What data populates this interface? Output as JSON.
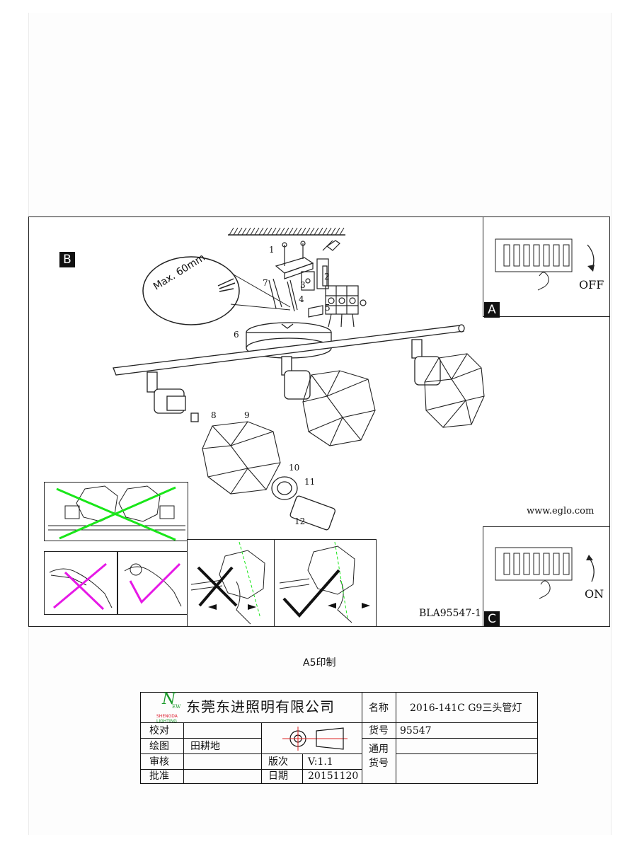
{
  "diagram": {
    "step_b_label": "B",
    "step_a_label": "A",
    "step_c_label": "C",
    "max_length": "Max. 60mm",
    "off_label": "OFF",
    "on_label": "ON",
    "website": "www.eglo.com",
    "doc_code": "BLA95547-1",
    "steps": [
      "1",
      "2",
      "3",
      "4",
      "5",
      "6",
      "7",
      "8",
      "9",
      "10",
      "11",
      "12"
    ],
    "colors": {
      "cross_green": "#19e619",
      "cross_magenta": "#e619e6",
      "line": "#222222"
    }
  },
  "print_note": "A5印制",
  "title_block": {
    "logo_main": "N",
    "logo_sub1": "SHENGDA",
    "logo_sub2": "LIGHTING",
    "logo_tag": "EW",
    "company": "东莞东进照明有限公司",
    "name_label": "名称",
    "name_value": "2016-141C G9三头管灯",
    "check_label": "校对",
    "check_value": "",
    "item_label": "货号",
    "item_value": "95547",
    "draw_label": "绘图",
    "draw_value": "田耕地",
    "general_label_1": "通用",
    "general_label_2": "货号",
    "review_label": "审核",
    "review_value": "",
    "version_label": "版次",
    "version_value": "V:1.1",
    "approve_label": "批准",
    "approve_value": "",
    "date_label": "日期",
    "date_value": "20151120"
  }
}
